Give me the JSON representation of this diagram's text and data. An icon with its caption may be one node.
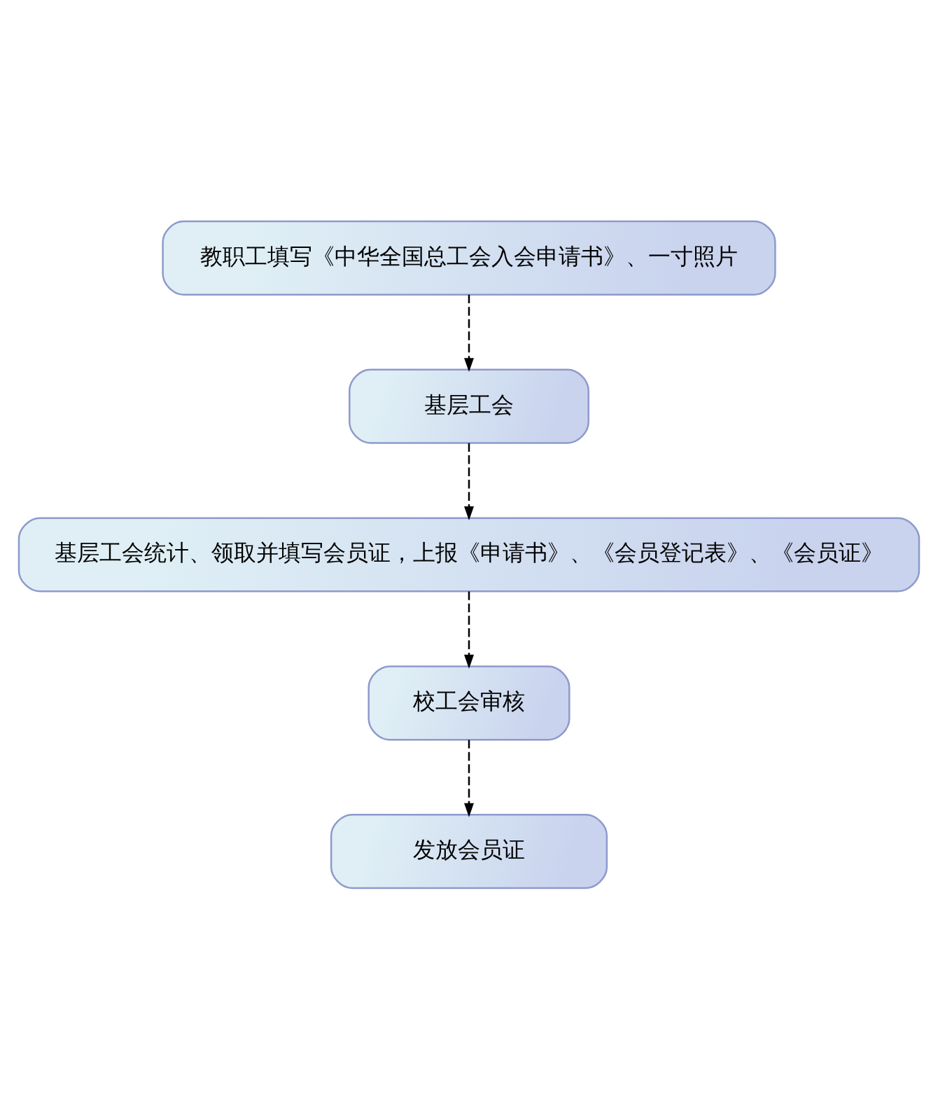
{
  "diagram": {
    "nodes": [
      {
        "text": [
          "教职工填写《中华全国总工会入会申请书》、一寸照片"
        ]
      },
      {
        "text": [
          "基层工会"
        ]
      },
      {
        "text": [
          "基层工会统计、领取并填写会员证，上报《申请书》、《会员登记表》、《会员证》"
        ]
      },
      {
        "text": [
          "校工会审核"
        ]
      },
      {
        "text": [
          "发放会员证"
        ]
      }
    ],
    "edges": [
      {
        "from": 0,
        "to": 1,
        "arrow": "to",
        "style": "dashed"
      },
      {
        "from": 1,
        "to": 2,
        "arrow": "to",
        "style": "dashed"
      },
      {
        "from": 2,
        "to": 3,
        "arrow": "to",
        "style": "dashed"
      },
      {
        "from": 3,
        "to": 4,
        "arrow": "to",
        "style": "dashed"
      }
    ]
  }
}
